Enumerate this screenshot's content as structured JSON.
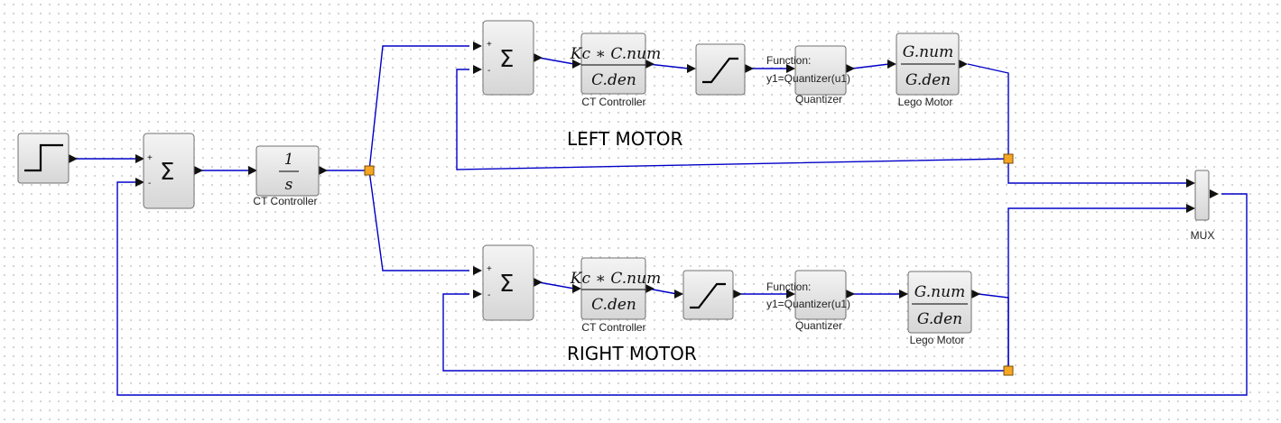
{
  "blocks": {
    "main_gain": {
      "num": "1",
      "den": "s",
      "caption": "CT Controller"
    },
    "left_controller": {
      "num": "Kc ∗ C.num",
      "den": "C.den",
      "caption": "CT Controller"
    },
    "left_quantizer": {
      "line1": "Function:",
      "line2": "y1=Quantizer(u1)",
      "caption": "Quantizer"
    },
    "left_motor": {
      "num": "G.num",
      "den": "G.den",
      "caption": "Lego Motor"
    },
    "right_controller": {
      "num": "Kc ∗ C.num",
      "den": "C.den",
      "caption": "CT Controller"
    },
    "right_quantizer": {
      "line1": "Function:",
      "line2": "y1=Quantizer(u1)",
      "caption": "Quantizer"
    },
    "right_motor": {
      "num": "G.num",
      "den": "G.den",
      "caption": "Lego Motor"
    },
    "mux": {
      "caption": "MUX"
    }
  },
  "sum_symbol": "Σ",
  "sum_plus": "+",
  "sum_minus": "-",
  "labels": {
    "left_motor_title": "LEFT MOTOR",
    "right_motor_title": "RIGHT MOTOR"
  },
  "colors": {
    "wire": "#0000c8",
    "split_point": "#f5a623",
    "block_fill": "#e2e2e2"
  }
}
